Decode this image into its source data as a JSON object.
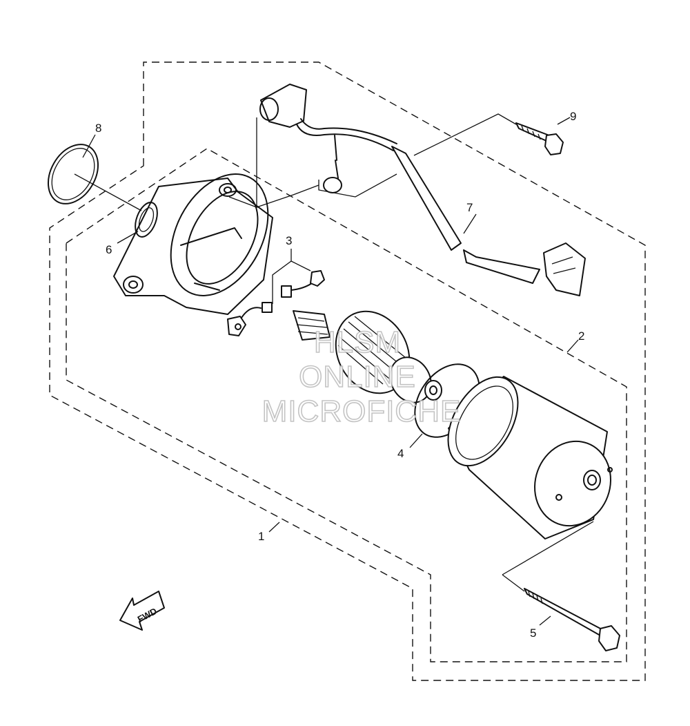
{
  "callouts": [
    {
      "id": "1",
      "text": "1"
    },
    {
      "id": "2",
      "text": "2"
    },
    {
      "id": "3",
      "text": "3"
    },
    {
      "id": "4",
      "text": "4"
    },
    {
      "id": "5",
      "text": "5"
    },
    {
      "id": "6",
      "text": "6"
    },
    {
      "id": "7",
      "text": "7"
    },
    {
      "id": "8",
      "text": "8"
    },
    {
      "id": "9",
      "text": "9"
    }
  ],
  "direction_arrow": {
    "label": "FWD"
  },
  "watermark": {
    "lines": [
      "HLSM",
      "ONLINE",
      "MICROFICHE"
    ]
  }
}
